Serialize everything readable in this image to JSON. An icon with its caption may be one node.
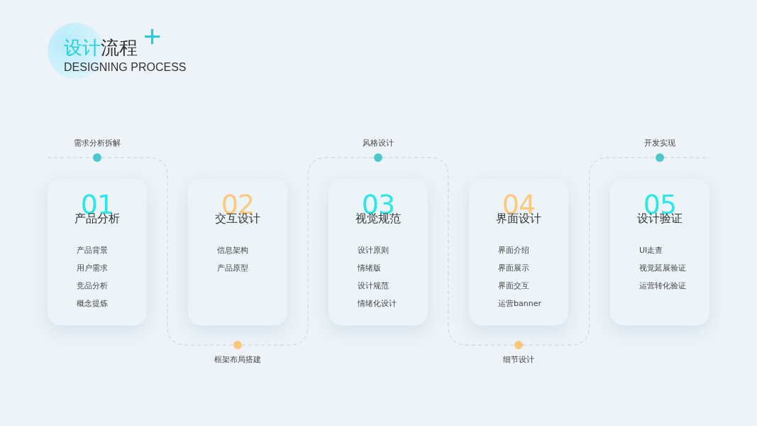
{
  "diagram": {
    "title": "设计流程",
    "nodes": [
      {
        "text": [],
        "shape": "circle",
        "beside": [
          "需求分析拆解"
        ]
      },
      {
        "text": [
          "01",
          "产品分析",
          "产品背景",
          "用户需求",
          "竞品分析",
          "概念提炼"
        ]
      },
      {
        "text": [],
        "shape": "circle",
        "beside": [
          "框架布局搭建"
        ]
      },
      {
        "text": [
          "02",
          "交互设计",
          "信息架构",
          "产品原型"
        ]
      },
      {
        "text": [],
        "shape": "circle",
        "beside": [
          "风格设计"
        ]
      },
      {
        "text": [
          "03",
          "视觉规范",
          "设计原则",
          "情绪版",
          "设计规范",
          "情绪化设计"
        ]
      },
      {
        "text": [],
        "shape": "circle",
        "beside": [
          "细节设计"
        ]
      },
      {
        "text": [
          "04",
          "界面设计",
          "界面介绍",
          "界面展示",
          "界面交互",
          "运营banner"
        ]
      },
      {
        "text": [],
        "shape": "circle",
        "beside": [
          "开发实现"
        ]
      },
      {
        "text": [
          "05",
          "设计验证",
          "UI走查",
          "视觉延展验证",
          "运营转化验证"
        ]
      }
    ],
    "edges": [
      {
        "from": null,
        "to": 0,
        "arrow": "none",
        "style": "dashed"
      },
      {
        "from": 0,
        "to": 2,
        "arrow": "none",
        "style": "dashed"
      },
      {
        "from": 2,
        "to": 4,
        "arrow": "none",
        "style": "dashed"
      },
      {
        "from": 4,
        "to": 6,
        "arrow": "none",
        "style": "dashed"
      },
      {
        "from": 6,
        "to": 8,
        "arrow": "none",
        "style": "dashed"
      },
      {
        "from": 8,
        "to": null,
        "arrow": "none",
        "style": "dashed"
      }
    ],
    "labels": [
      "DESIGNING PROCESS"
    ]
  }
}
